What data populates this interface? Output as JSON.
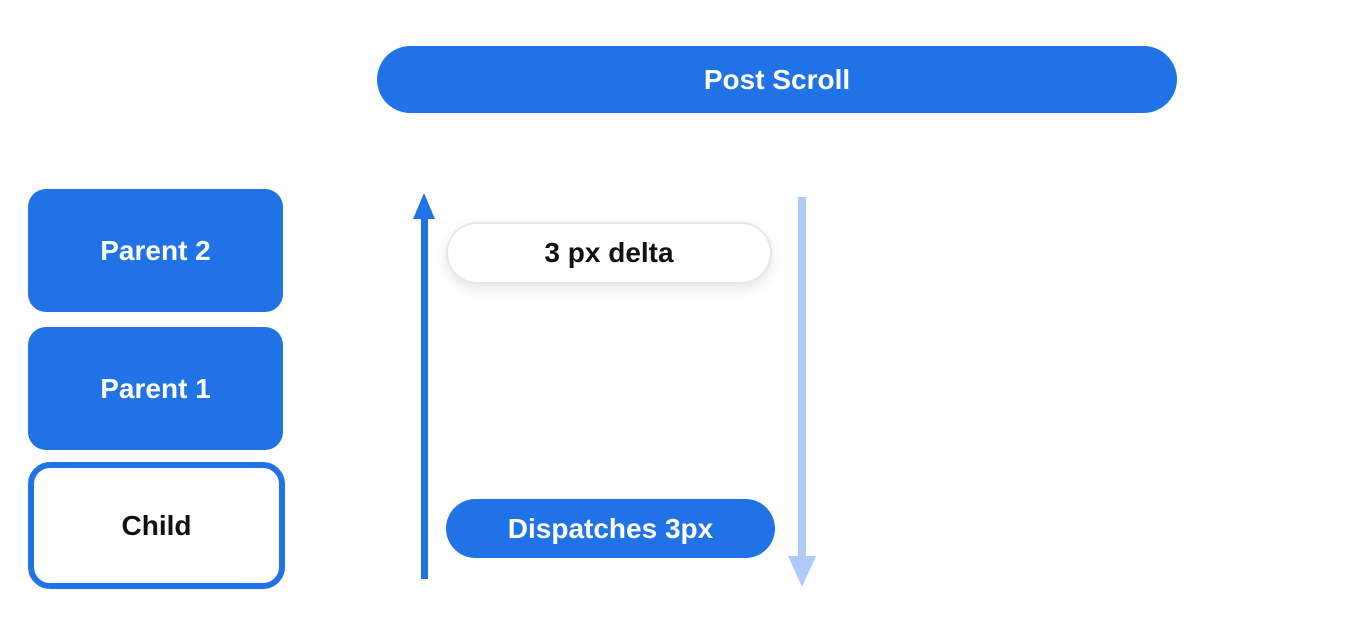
{
  "diagram": {
    "header": {
      "label": "Post Scroll"
    },
    "nodes": [
      {
        "label": "Parent 2",
        "type": "parent"
      },
      {
        "label": "Parent 1",
        "type": "parent"
      },
      {
        "label": "Child",
        "type": "child"
      }
    ],
    "annotations": {
      "delta_label": "3 px delta",
      "dispatch_label": "Dispatches 3px"
    },
    "arrows": [
      {
        "name": "up-arrow",
        "direction": "up",
        "color": "#2073e6"
      },
      {
        "name": "down-arrow",
        "direction": "down",
        "color": "#aecbfa"
      }
    ]
  },
  "colors": {
    "primary_blue": "#2073e6",
    "light_blue": "#aecbfa",
    "pill_border": "#e7e7e7",
    "text_dark": "#111111",
    "white": "#ffffff"
  }
}
